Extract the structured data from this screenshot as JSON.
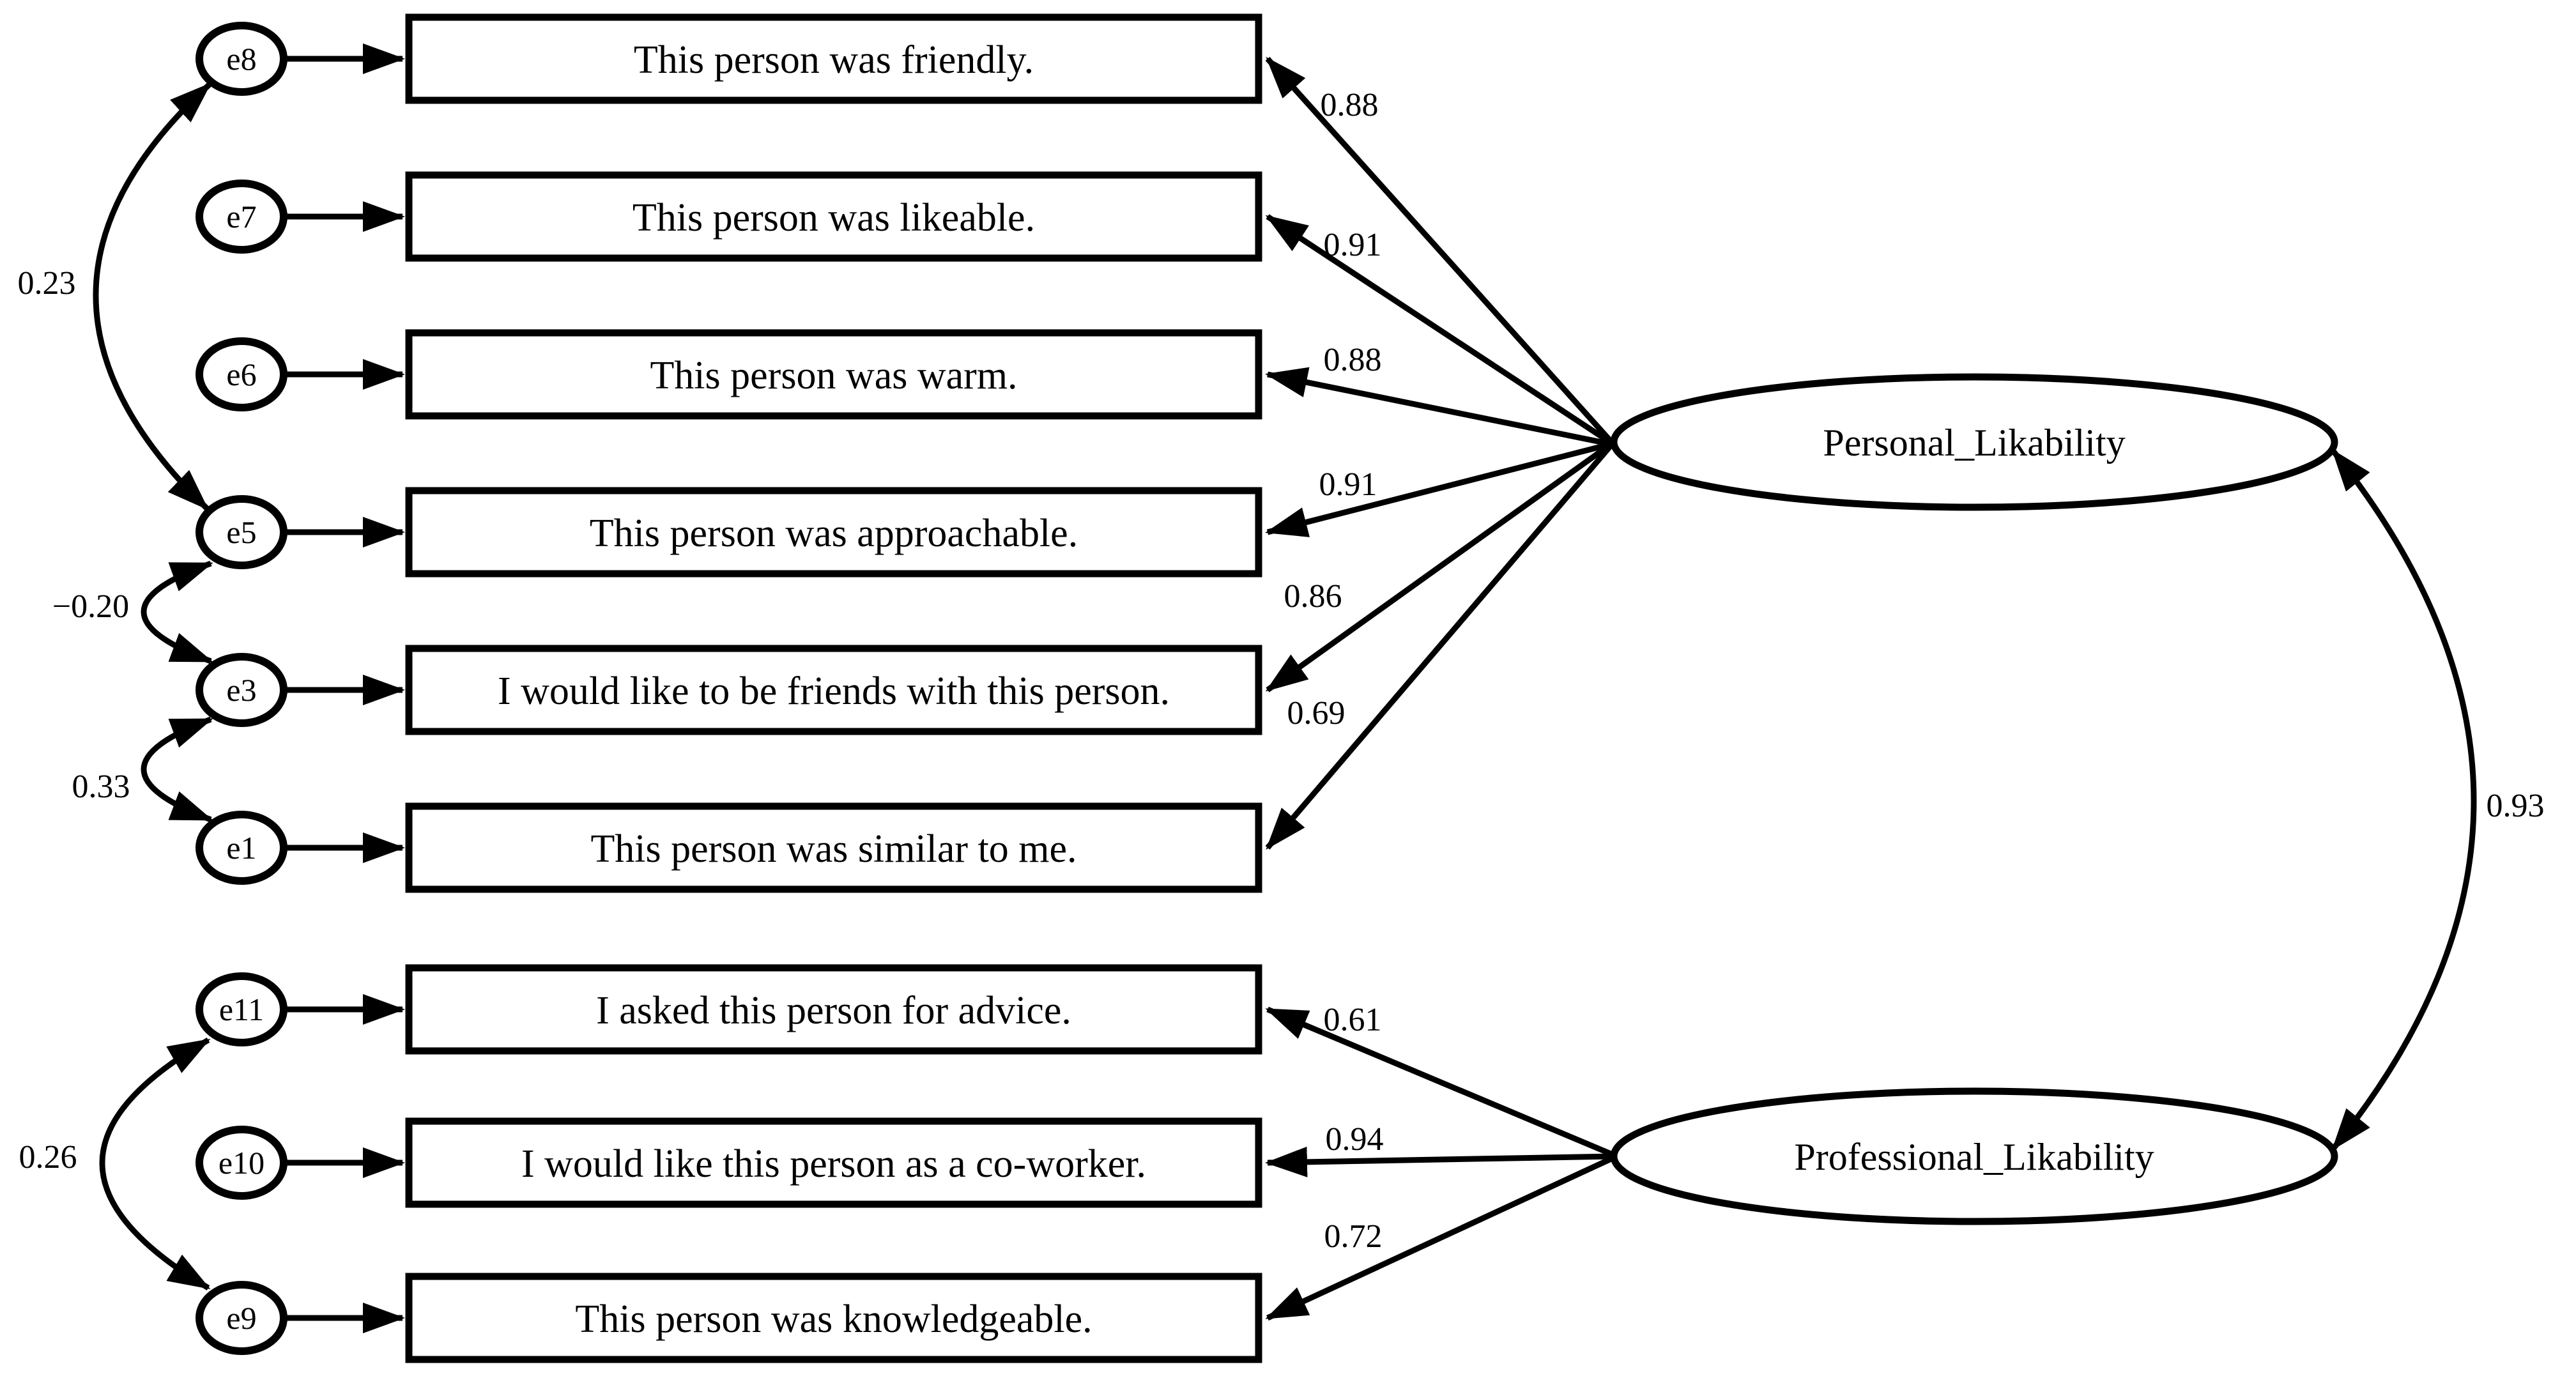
{
  "diagram": {
    "type": "confirmatory-factor-analysis-path-diagram",
    "colors": {
      "background": "#ffffff",
      "stroke": "#000000",
      "fill": "#ffffff"
    },
    "latent_factors": [
      {
        "id": "personal",
        "label": "Personal_Likability"
      },
      {
        "id": "professional",
        "label": "Professional_Likability"
      }
    ],
    "factor_correlation": {
      "between": "Personal_Likability-Professional_Likability",
      "value": "0.93"
    },
    "indicators": [
      {
        "error": "e8",
        "label": "This person was friendly.",
        "loading": "0.88",
        "factor": "personal"
      },
      {
        "error": "e7",
        "label": "This person was likeable.",
        "loading": "0.91",
        "factor": "personal"
      },
      {
        "error": "e6",
        "label": "This person was warm.",
        "loading": "0.88",
        "factor": "personal"
      },
      {
        "error": "e5",
        "label": "This person was approachable.",
        "loading": "0.91",
        "factor": "personal"
      },
      {
        "error": "e3",
        "label": "I would like to be friends with this person.",
        "loading": "0.86",
        "factor": "personal"
      },
      {
        "error": "e1",
        "label": "This person was similar to me.",
        "loading": "0.69",
        "factor": "personal"
      },
      {
        "error": "e11",
        "label": "I asked this person for advice.",
        "loading": "0.61",
        "factor": "professional"
      },
      {
        "error": "e10",
        "label": "I would like this person as a co-worker.",
        "loading": "0.94",
        "factor": "professional"
      },
      {
        "error": "e9",
        "label": "This person was knowledgeable.",
        "loading": "0.72",
        "factor": "professional"
      }
    ],
    "error_covariances": [
      {
        "between": "e8-e5",
        "value": "0.23"
      },
      {
        "between": "e5-e3",
        "value": "−0.20"
      },
      {
        "between": "e3-e1",
        "value": "0.33"
      },
      {
        "between": "e11-e9",
        "value": "0.26"
      }
    ]
  }
}
